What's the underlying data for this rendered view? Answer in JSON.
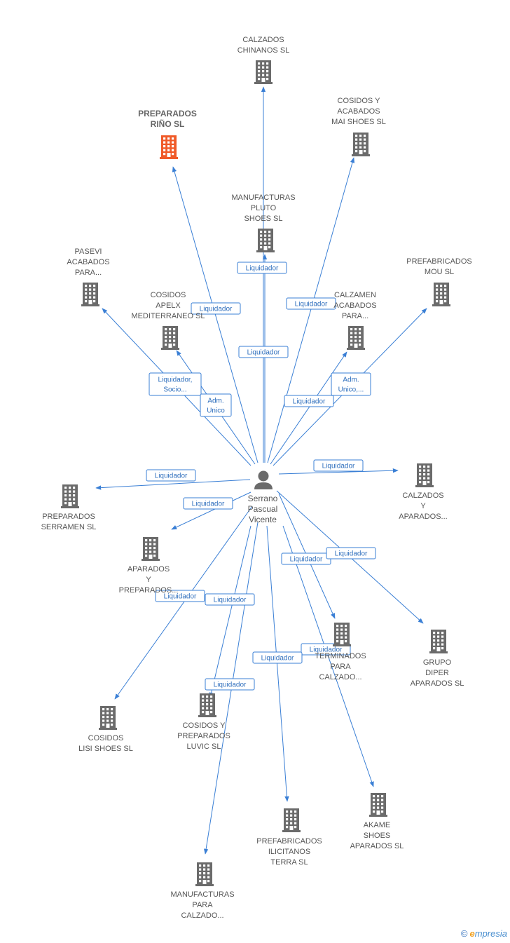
{
  "center": {
    "lines": [
      "Serrano",
      "Pascual",
      "Vicente"
    ]
  },
  "nodes": [
    {
      "id": "calzados-chinanos",
      "lines": [
        "CALZADOS",
        "CHINANOS SL"
      ],
      "highlight": false
    },
    {
      "id": "cosidos-mai",
      "lines": [
        "COSIDOS Y",
        "ACABADOS",
        "MAI SHOES SL"
      ],
      "highlight": false
    },
    {
      "id": "preparados-rino",
      "lines": [
        "PREPARADOS",
        "RIÑO SL"
      ],
      "highlight": true
    },
    {
      "id": "manufacturas-pluto",
      "lines": [
        "MANUFACTURAS",
        "PLUTO",
        "SHOES SL"
      ],
      "highlight": false
    },
    {
      "id": "pasevi",
      "lines": [
        "PASEVI",
        "ACABADOS",
        "PARA..."
      ],
      "highlight": false
    },
    {
      "id": "prefabricados-mou",
      "lines": [
        "PREFABRICADOS",
        "MOU SL"
      ],
      "highlight": false
    },
    {
      "id": "cosidos-apelx",
      "lines": [
        "COSIDOS",
        "APELX",
        "MEDITERRANEO SL"
      ],
      "highlight": false
    },
    {
      "id": "calzamen",
      "lines": [
        "CALZAMEN",
        "ACABADOS",
        "PARA..."
      ],
      "highlight": false
    },
    {
      "id": "preparados-serramen",
      "lines": [
        "PREPARADOS",
        "SERRAMEN SL"
      ],
      "highlight": false
    },
    {
      "id": "calzados-aparados",
      "lines": [
        "CALZADOS",
        "Y",
        "APARADOS..."
      ],
      "highlight": false
    },
    {
      "id": "aparados-preparados",
      "lines": [
        "APARADOS",
        "Y",
        "PREPARADOS..."
      ],
      "highlight": false
    },
    {
      "id": "terminados",
      "lines": [
        "TERMINADOS",
        "PARA",
        "CALZADO..."
      ],
      "highlight": false
    },
    {
      "id": "grupo-diper",
      "lines": [
        "GRUPO",
        "DIPER",
        "APARADOS SL"
      ],
      "highlight": false
    },
    {
      "id": "cosidos-lisi",
      "lines": [
        "COSIDOS",
        "LISI SHOES SL"
      ],
      "highlight": false
    },
    {
      "id": "cosidos-luvic",
      "lines": [
        "COSIDOS Y",
        "PREPARADOS",
        "LUVIC SL"
      ],
      "highlight": false
    },
    {
      "id": "akame",
      "lines": [
        "AKAME",
        "SHOES",
        "APARADOS SL"
      ],
      "highlight": false
    },
    {
      "id": "prefabricados-ilicitanos",
      "lines": [
        "PREFABRICADOS",
        "ILICITANOS",
        "TERRA SL"
      ],
      "highlight": false
    },
    {
      "id": "manufacturas-calzado",
      "lines": [
        "MANUFACTURAS",
        "PARA",
        "CALZADO..."
      ],
      "highlight": false
    }
  ],
  "edges": [
    {
      "target": "calzados-chinanos",
      "label": [
        "Liquidador"
      ]
    },
    {
      "target": "cosidos-mai",
      "label": [
        "Liquidador"
      ]
    },
    {
      "target": "preparados-rino",
      "label": [
        "Liquidador"
      ]
    },
    {
      "target": "manufacturas-pluto",
      "label": [
        "Liquidador"
      ]
    },
    {
      "target": "pasevi",
      "label": [
        "Liquidador,",
        "Socio..."
      ]
    },
    {
      "target": "prefabricados-mou",
      "label": [
        "Adm.",
        "Unico,..."
      ]
    },
    {
      "target": "cosidos-apelx",
      "label": [
        "Adm.",
        "Unico"
      ]
    },
    {
      "target": "calzamen",
      "label": [
        "Liquidador"
      ]
    },
    {
      "target": "preparados-serramen",
      "label": [
        "Liquidador"
      ]
    },
    {
      "target": "calzados-aparados",
      "label": [
        "Liquidador"
      ]
    },
    {
      "target": "aparados-preparados",
      "label": [
        "Liquidador"
      ]
    },
    {
      "target": "terminados",
      "label": [
        "Liquidador"
      ]
    },
    {
      "target": "grupo-diper",
      "label": [
        "Liquidador"
      ]
    },
    {
      "target": "cosidos-lisi",
      "label": [
        "Liquidador"
      ]
    },
    {
      "target": "cosidos-luvic",
      "label": [
        "Liquidador"
      ]
    },
    {
      "target": "akame",
      "label": [
        "Liquidador"
      ]
    },
    {
      "target": "prefabricados-ilicitanos",
      "label": [
        "Liquidador"
      ]
    },
    {
      "target": "manufacturas-calzado",
      "label": [
        "Liquidador"
      ]
    }
  ],
  "colors": {
    "edge": "#3a7fd5",
    "building": "#6b6b6b",
    "highlight": "#f05a28",
    "person": "#6b6b6b"
  },
  "watermark": {
    "copyright": "©",
    "brand_initial": "e",
    "brand_rest": "mpresia"
  }
}
